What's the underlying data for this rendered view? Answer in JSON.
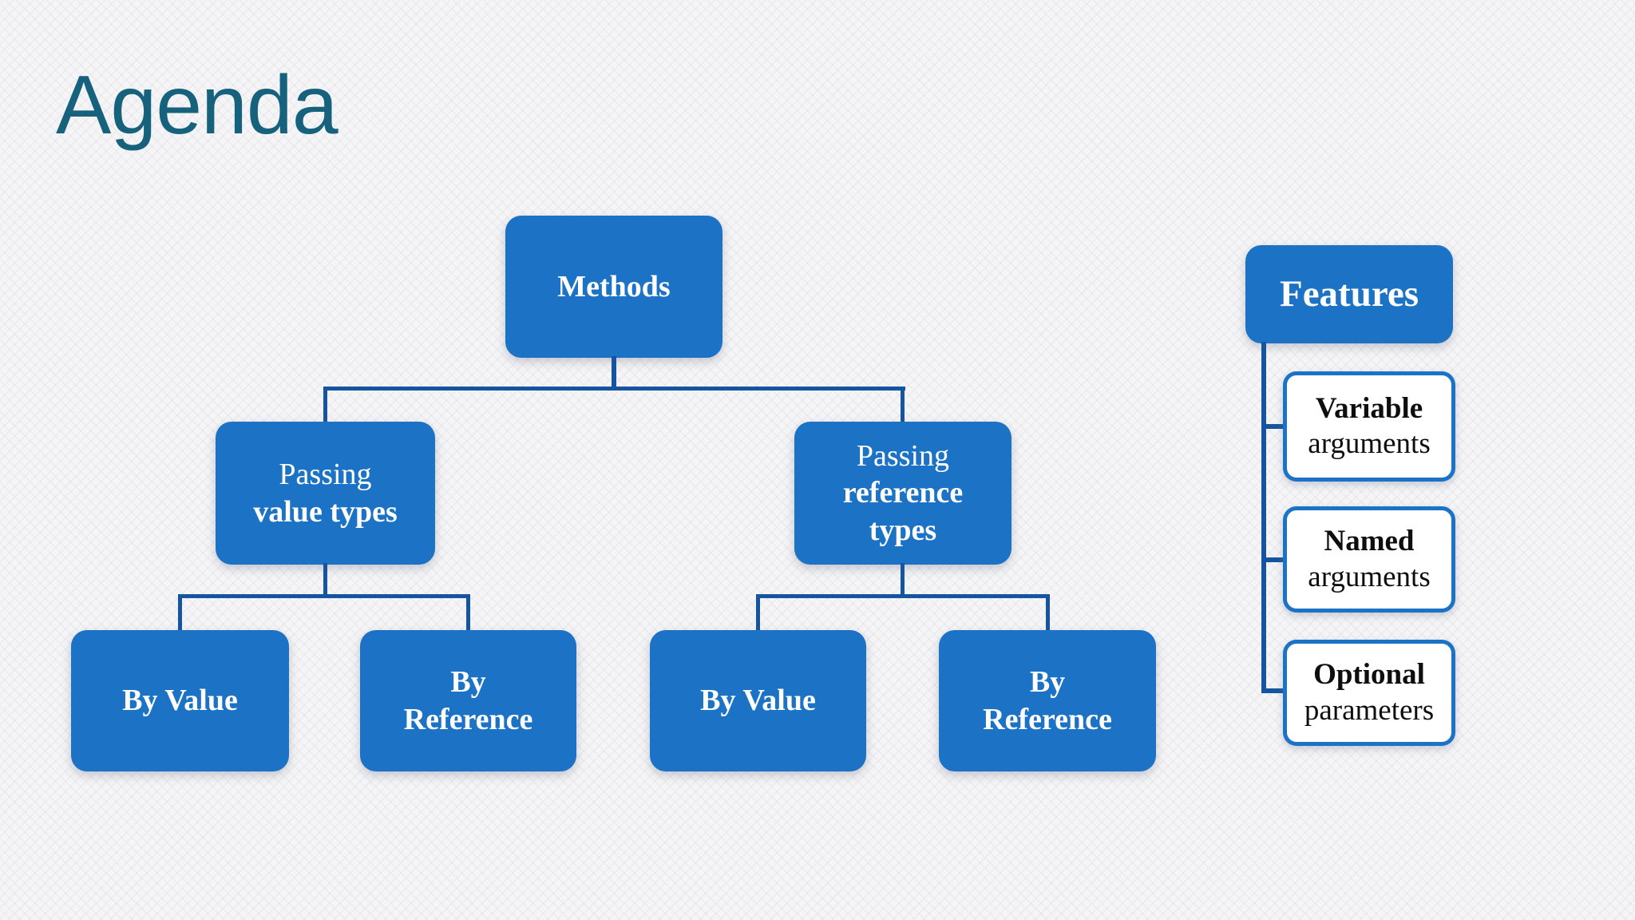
{
  "title": "Agenda",
  "colors": {
    "title_text": "#16627c",
    "box_fill": "#1c72c4",
    "box_text": "#ffffff",
    "connector": "#15549e",
    "white_box_border": "#1a73c7",
    "white_box_text": "#0e0e0e",
    "background": "#f5f5f7"
  },
  "diagram": {
    "root": "Methods",
    "branches": [
      {
        "prefix": "Passing",
        "emphasis": "value types",
        "leaves": [
          "By Value",
          "By Reference"
        ]
      },
      {
        "prefix": "Passing",
        "emphasis": "reference types",
        "leaves": [
          "By Value",
          "By Reference"
        ]
      }
    ]
  },
  "features": {
    "header": "Features",
    "items": [
      {
        "emphasis": "Variable",
        "rest": "arguments"
      },
      {
        "emphasis": "Named",
        "rest": "arguments"
      },
      {
        "emphasis": "Optional",
        "rest": "parameters"
      }
    ]
  }
}
